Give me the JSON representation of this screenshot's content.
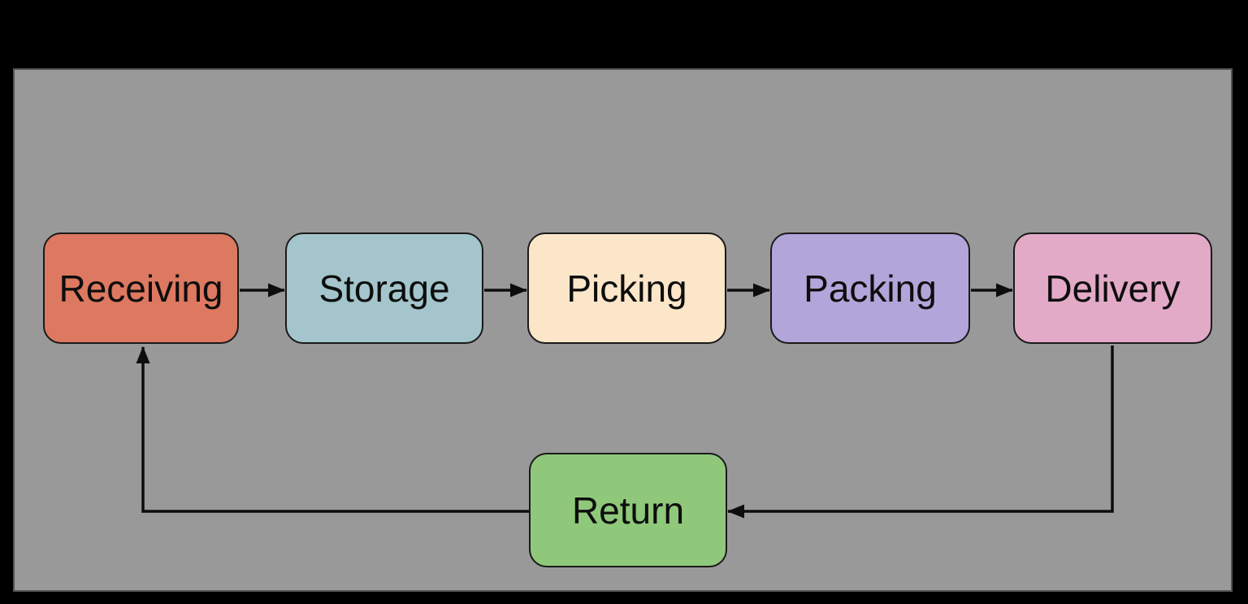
{
  "canvas": {
    "frame_background": "#000000",
    "slide_background": "#999999",
    "slide_border_color": "#545454",
    "arrow_color": "#0d0d0d",
    "node_border_color": "#1a1a1a",
    "text_color": "#0d0d0d"
  },
  "diagram": {
    "type": "flowchart",
    "nodes": [
      {
        "id": "receiving",
        "label": "Receiving",
        "fill": "#dd7861"
      },
      {
        "id": "storage",
        "label": "Storage",
        "fill": "#a3c5cb"
      },
      {
        "id": "picking",
        "label": "Picking",
        "fill": "#fce6c9"
      },
      {
        "id": "packing",
        "label": "Packing",
        "fill": "#b1a5da"
      },
      {
        "id": "delivery",
        "label": "Delivery",
        "fill": "#e2aac7"
      },
      {
        "id": "return",
        "label": "Return",
        "fill": "#8fc87b"
      }
    ],
    "edges": [
      {
        "from": "receiving",
        "to": "storage"
      },
      {
        "from": "storage",
        "to": "picking"
      },
      {
        "from": "picking",
        "to": "packing"
      },
      {
        "from": "packing",
        "to": "delivery"
      },
      {
        "from": "delivery",
        "to": "return"
      },
      {
        "from": "return",
        "to": "receiving"
      }
    ]
  }
}
